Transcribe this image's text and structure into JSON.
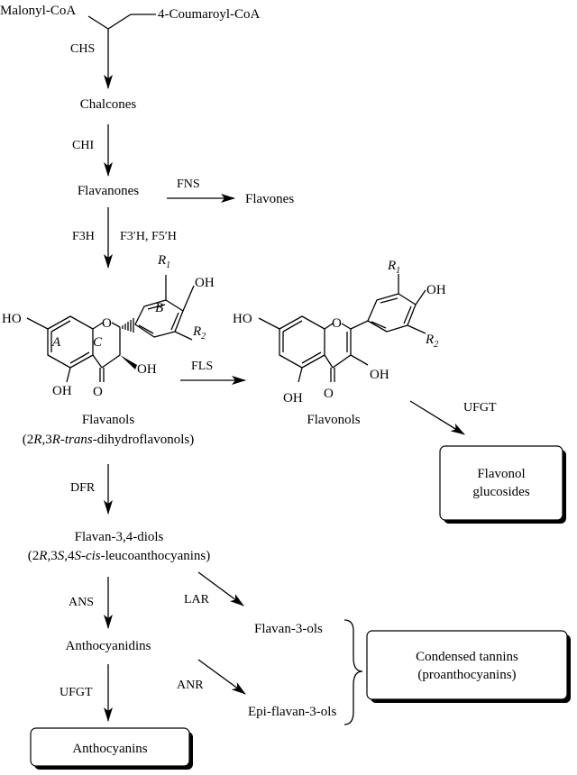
{
  "compounds": {
    "malonyl_coa": "Malonyl-CoA",
    "coumaroyl_coa": "4-Coumaroyl-CoA",
    "chalcones": "Chalcones",
    "flavanones": "Flavanones",
    "flavones": "Flavones",
    "flavanols": "Flavanols",
    "flavanols_sub_pre": "(2",
    "flavanols_sub_r1": "R",
    "flavanols_sub_mid1": ",3",
    "flavanols_sub_r2": "R",
    "flavanols_sub_mid2": "-",
    "flavanols_sub_trans": "trans",
    "flavanols_sub_post": "-dihydroflavonols)",
    "flavonols": "Flavonols",
    "flavonol_glucosides_line1": "Flavonol",
    "flavonol_glucosides_line2": "glucosides",
    "flavan_diols": "Flavan-3,4-diols",
    "diols_sub_pre": "(2",
    "diols_sub_r": "R",
    "diols_sub_mid1": ",3",
    "diols_sub_s1": "S",
    "diols_sub_mid2": ",4",
    "diols_sub_s2": "S",
    "diols_sub_mid3": "-",
    "diols_sub_cis": "cis",
    "diols_sub_post": "-leucoanthocyanins)",
    "flavan_3_ols": "Flavan-3-ols",
    "epi_flavan_3_ols": "Epi-flavan-3-ols",
    "anthocyanidins": "Anthocyanidins",
    "anthocyanins": "Anthocyanins",
    "condensed_tannins_line1": "Condensed tannins",
    "condensed_tannins_line2": "(proanthocyanins)"
  },
  "enzymes": {
    "chs": "CHS",
    "chi": "CHI",
    "fns": "FNS",
    "f3h": "F3H",
    "f3p5p": "F3′H, F5′H",
    "fls": "FLS",
    "ufgt_flavonol": "UFGT",
    "dfr": "DFR",
    "ans": "ANS",
    "lar": "LAR",
    "anr": "ANR",
    "ufgt_anthocyanin": "UFGT"
  },
  "structure_labels": {
    "ho": "HO",
    "oh": "OH",
    "o": "O",
    "r": "R",
    "r1_sub": "1",
    "r2_sub": "2",
    "ring_a": "A",
    "ring_b": "B",
    "ring_c": "C"
  }
}
